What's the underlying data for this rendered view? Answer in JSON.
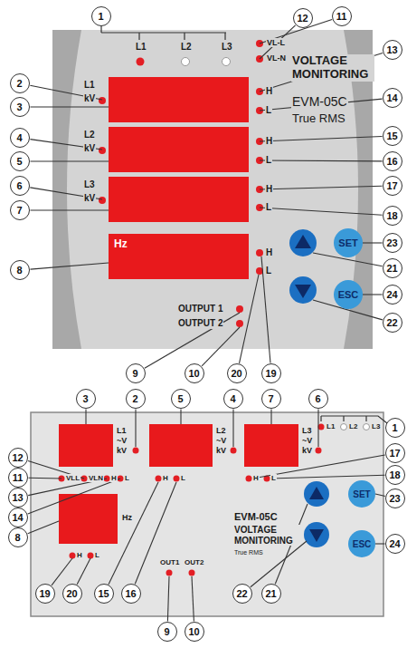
{
  "diagram": {
    "nodes": [
      {
        "text": [
          "Hz"
        ]
      },
      {
        "text": [
          "SET"
        ]
      },
      {
        "text": [
          "ESC"
        ]
      },
      {
        "text": [
          "SET"
        ]
      },
      {
        "text": [
          "ESC"
        ]
      }
    ],
    "labels": [
      "1",
      "2",
      "3",
      "4",
      "5",
      "6",
      "7",
      "8",
      "9",
      "10",
      "20",
      "19",
      "12",
      "11",
      "13",
      "14",
      "15",
      "16",
      "17",
      "18",
      "21",
      "23",
      "24",
      "22",
      "L1",
      "L2",
      "L3",
      "VL-L",
      "VL-N",
      "VOLTAGE MONITORING",
      "EVM-05C",
      "True RMS",
      "L1",
      "kV",
      "L2",
      "kV",
      "L3",
      "kV",
      "H",
      "L",
      "H",
      "L",
      "H",
      "L",
      "H",
      "L",
      "OUTPUT 1",
      "OUTPUT 2",
      "3",
      "2",
      "5",
      "4",
      "7",
      "6",
      "1",
      "12",
      "11",
      "13",
      "14",
      "8",
      "17",
      "18",
      "23",
      "24",
      "19",
      "20",
      "15",
      "16",
      "9",
      "10",
      "22",
      "21",
      "L1",
      "~V",
      "kV",
      "L2",
      "~V",
      "kV",
      "L3",
      "~V",
      "kV",
      "L1",
      "L2",
      "L3",
      "VLL",
      "VLN",
      "H",
      "L",
      "H",
      "L",
      "H",
      "L",
      "Hz",
      "H",
      "L",
      "OUT1",
      "OUT2",
      "EVM-05C",
      "VOLTAGE MONITORING",
      "True RMS"
    ]
  }
}
